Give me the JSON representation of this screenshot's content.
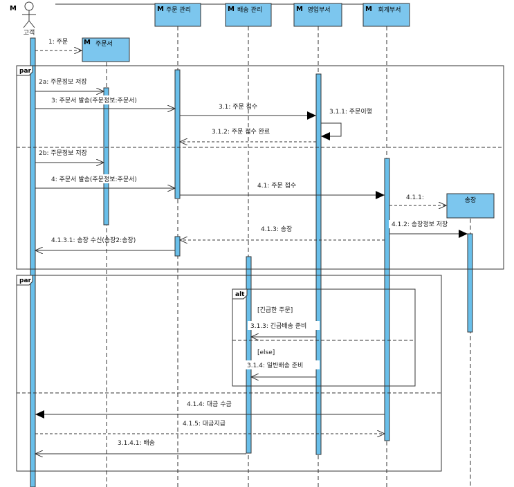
{
  "colors": {
    "lifeline_fill": "#7cc6ee",
    "activation_fill": "#69bfea",
    "stroke": "#333333",
    "background": "#ffffff"
  },
  "actor": {
    "label": "고객",
    "mark": "M",
    "icon": "stick-figure-icon"
  },
  "lifelines": [
    {
      "id": "order-mgmt",
      "label": "주문 관리",
      "mark": "M"
    },
    {
      "id": "delivery-mgmt",
      "label": "배송 관리",
      "mark": "M"
    },
    {
      "id": "sales-dept",
      "label": "영업부서",
      "mark": "M"
    },
    {
      "id": "accounting-dept",
      "label": "회계부서",
      "mark": "M"
    },
    {
      "id": "order-form",
      "label": "주문서",
      "mark": "M"
    },
    {
      "id": "invoice",
      "label": "송장",
      "mark": ""
    }
  ],
  "frames": [
    {
      "id": "par-1",
      "operator": "par"
    },
    {
      "id": "par-2",
      "operator": "par"
    },
    {
      "id": "alt-1",
      "operator": "alt",
      "guards": [
        "[긴급한 주문]",
        "[else]"
      ]
    }
  ],
  "messages": [
    {
      "id": "m1",
      "label": "1: 주문",
      "style": "create-dashed"
    },
    {
      "id": "m2a",
      "label": "2a: 주문정보 저장",
      "style": "sync-open"
    },
    {
      "id": "m3",
      "label": "3: 주문서 발송(주문정보:주문서)",
      "style": "sync-open"
    },
    {
      "id": "m31",
      "label": "3.1: 주문 접수",
      "style": "sync-filled"
    },
    {
      "id": "m311",
      "label": "3.1.1: 주문이행",
      "style": "self-filled"
    },
    {
      "id": "m312",
      "label": "3.1.2: 주문 접수 완료",
      "style": "return-dashed"
    },
    {
      "id": "m2b",
      "label": "2b: 주문정보 저장",
      "style": "sync-open"
    },
    {
      "id": "m4",
      "label": "4: 주문서 발송(주문정보:주문서)",
      "style": "sync-open"
    },
    {
      "id": "m41",
      "label": "4.1: 주문 접수",
      "style": "sync-filled"
    },
    {
      "id": "m411",
      "label": "4.1.1:",
      "style": "create-dashed"
    },
    {
      "id": "m412",
      "label": "4.1.2: 송장정보 저장",
      "style": "sync-filled"
    },
    {
      "id": "m413",
      "label": "4.1.3: 송장",
      "style": "return-dashed"
    },
    {
      "id": "m4131",
      "label": "4.1.3.1: 송장 수신(송장2:송장)",
      "style": "sync-open"
    },
    {
      "id": "m313",
      "label": "3.1.3: 긴급배송 준비",
      "style": "sync-open"
    },
    {
      "id": "m314",
      "label": "3.1.4: 일반배송 준비",
      "style": "sync-open"
    },
    {
      "id": "m414",
      "label": "4.1.4: 대금 수금",
      "style": "sync-filled"
    },
    {
      "id": "m415",
      "label": "4.1.5: 대금지급",
      "style": "return-dashed"
    },
    {
      "id": "m3141",
      "label": "3.1.4.1: 배송",
      "style": "sync-open"
    }
  ]
}
